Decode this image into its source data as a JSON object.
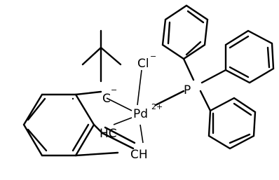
{
  "molecule": {
    "labels": {
      "chloride": "Cl",
      "chloride_charge": "−",
      "palladium": "Pd",
      "palladium_charge": "2+",
      "phosphorus": "P",
      "carbanion": "C",
      "carbanion_charge": "−",
      "ch_lower": "HC",
      "ch_right": "CH"
    }
  }
}
